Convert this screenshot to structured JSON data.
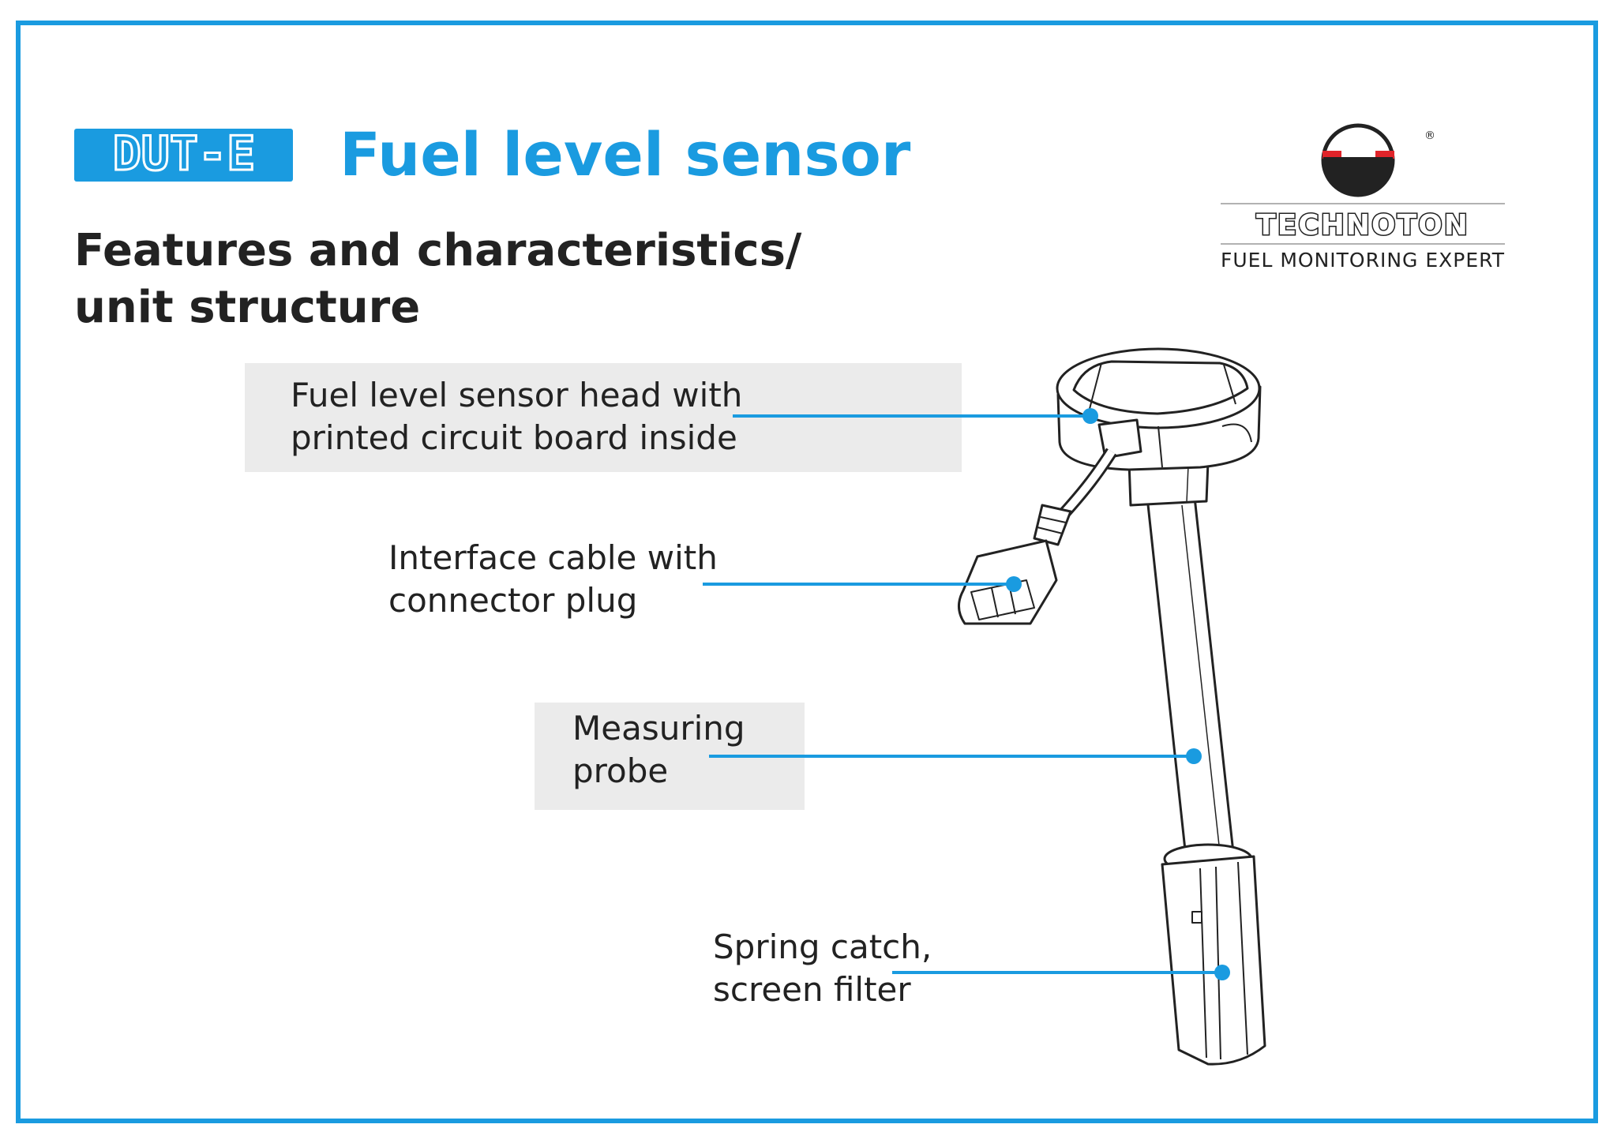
{
  "badge": {
    "text": "DUT-E"
  },
  "title": "Fuel level sensor",
  "subtitle": {
    "line1": "Features and characteristics/",
    "line2": "unit structure"
  },
  "logo": {
    "registered": "®",
    "brand": "TECHNOTON",
    "tagline": "FUEL MONITORING EXPERT"
  },
  "callouts": [
    {
      "line1": "Fuel level sensor head with",
      "line2": "printed circuit board inside"
    },
    {
      "line1": "Interface cable with",
      "line2": "connector plug"
    },
    {
      "line1": "Measuring",
      "line2": "probe"
    },
    {
      "line1": "Spring catch,",
      "line2": "screen filter"
    }
  ],
  "colors": {
    "accent": "#1a9be0",
    "text": "#222222",
    "box": "#ebebeb",
    "logo_red": "#e0242a"
  }
}
